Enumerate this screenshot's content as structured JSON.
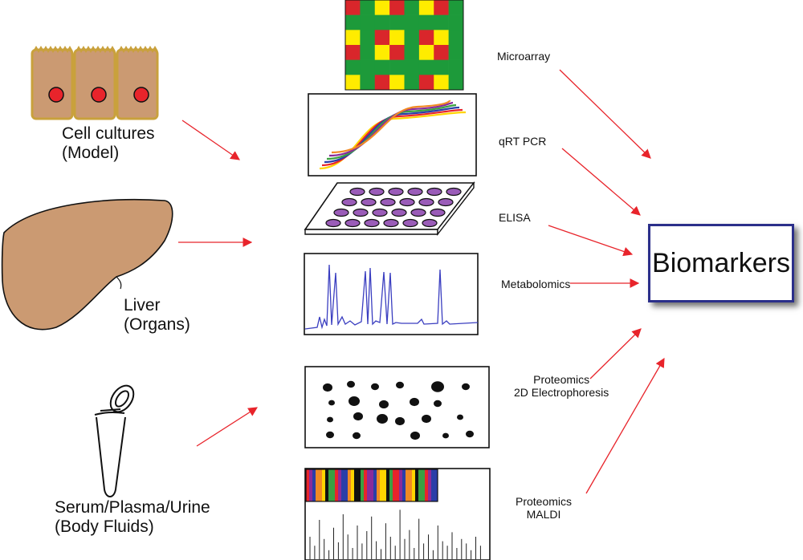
{
  "sources": [
    {
      "label": "Cell cultures",
      "sublabel": "(Model)"
    },
    {
      "label": "Liver",
      "sublabel": "(Organs)"
    },
    {
      "label": "Serum/Plasma/Urine",
      "sublabel": "(Body Fluids)"
    }
  ],
  "techniques": [
    {
      "label": "Microarray"
    },
    {
      "label": "qRT PCR"
    },
    {
      "label": "ELISA"
    },
    {
      "label": "Metabolomics"
    },
    {
      "label": "Proteomics",
      "sublabel": "2D Electrophoresis"
    },
    {
      "label": "Proteomics",
      "sublabel": "MALDI"
    }
  ],
  "output": {
    "label": "Biomarkers"
  },
  "colors": {
    "arrow": "#e8242b",
    "microarray": [
      "#d9262b",
      "#ffec00",
      "#1d9a3a"
    ],
    "pcr_curves": [
      "#ffd400",
      "#e8242b",
      "#2a3ea8",
      "#3aa041",
      "#8a2a9a",
      "#f08a24"
    ],
    "cell": "#cb9a72",
    "cell_border": "#c9a13c",
    "nucleus": "#e8242b",
    "liver": "#cb9a72",
    "elisa_well": "#9a5cb8",
    "spectrum": "#3a3ec0",
    "box_border": "#2b2f8a"
  }
}
